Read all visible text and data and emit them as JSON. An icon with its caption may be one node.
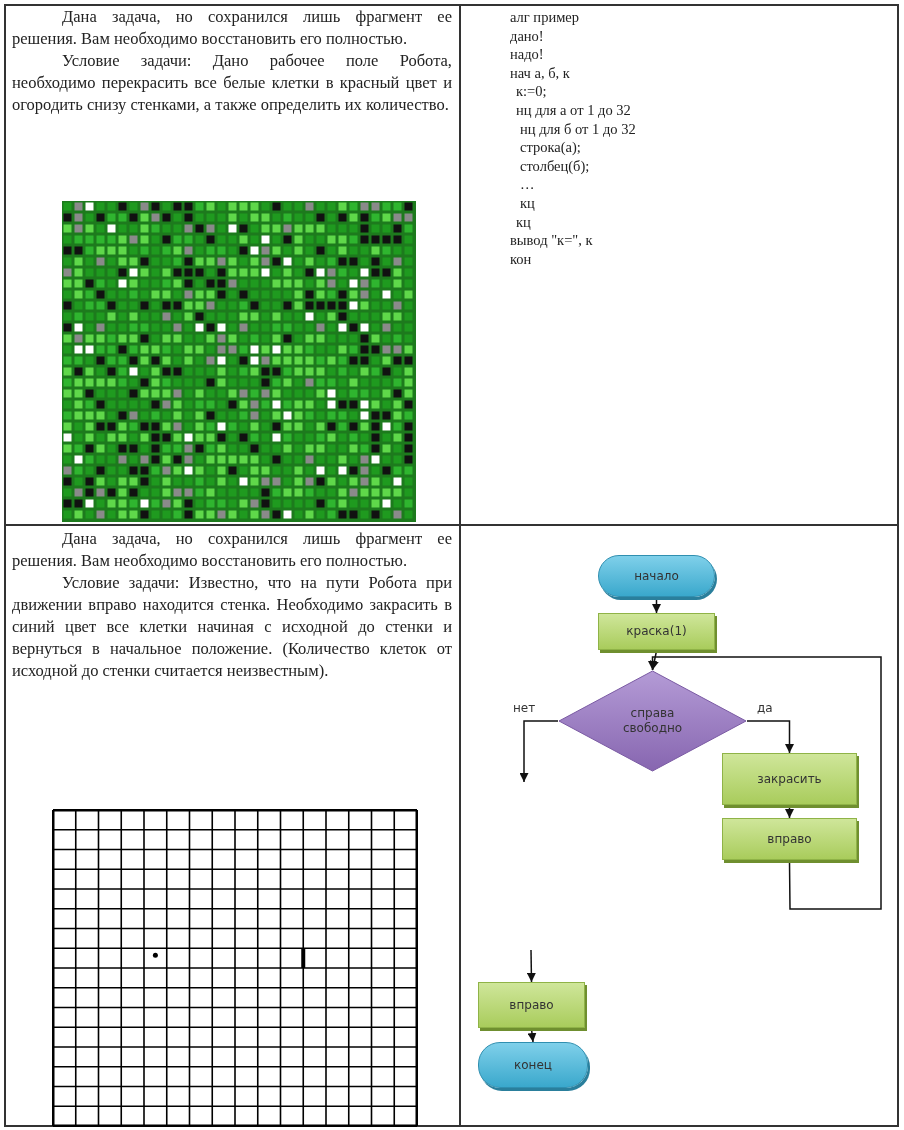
{
  "diagram": {
    "nodes": [
      {
        "text": [
          "начало"
        ]
      },
      {
        "text": [
          "краска(1)"
        ]
      },
      {
        "text": [
          "справа свободно"
        ]
      },
      {
        "text": [
          "закрасить"
        ]
      },
      {
        "text": [
          "вправо"
        ]
      },
      {
        "text": [
          "вправо"
        ]
      },
      {
        "text": [
          "конец"
        ]
      }
    ],
    "edges": [
      {
        "from": 0,
        "to": 1,
        "arrow": "to"
      },
      {
        "from": 1,
        "to": 2,
        "arrow": "to"
      },
      {
        "from": 2,
        "to": 3,
        "arrow": "to",
        "label": "да"
      },
      {
        "from": 3,
        "to": 4,
        "arrow": "to"
      },
      {
        "from": 4,
        "to": 2,
        "arrow": "to"
      },
      {
        "from": 2,
        "to": null,
        "arrow": "to",
        "label": "нет"
      },
      {
        "from": null,
        "to": 5,
        "arrow": "to"
      },
      {
        "from": 5,
        "to": 6,
        "arrow": "to"
      }
    ],
    "labels": [
      "Дана задача, но сохранился лишь фрагмент ее решения. Вам необходимо восстановить его полностью.",
      "Условие задачи: Дано рабочее поле Робота, необходимо перекрасить все белые клетки в красный цвет и огородить снизу стенками, а также определить их количество.",
      "алг пример",
      "дано!",
      "надо!",
      "нач а, б, к",
      "к:=0;",
      "нц для а от 1 до 32",
      "нц для б от 1 до 32",
      "строка(а);",
      "столбец(б);",
      "…",
      "кц",
      "кц",
      "вывод \"к=\", к",
      "кон",
      "Дана задача, но сохранился лишь фрагмент ее решения. Вам необходимо восстановить его полностью.",
      "Условие задачи: Известно, что на пути Робота при движении вправо находится стенка. Необходимо закрасить в синий цвет все клетки начиная с исходной до стенки и вернуться в начальное положение. (Количество клеток от исходной до стенки считается неизвестным)."
    ]
  }
}
